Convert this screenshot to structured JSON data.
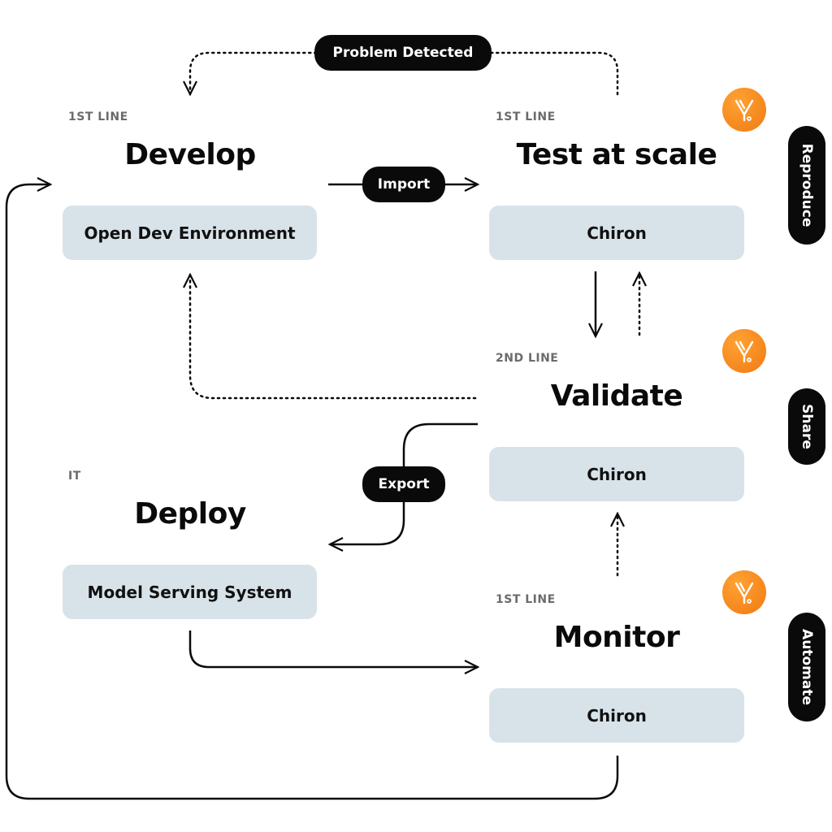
{
  "stages": {
    "develop": {
      "line": "1ST LINE",
      "title": "Develop",
      "box": "Open Dev Environment"
    },
    "test": {
      "line": "1ST LINE",
      "title": "Test at scale",
      "box": "Chiron"
    },
    "validate": {
      "line": "2ND LINE",
      "title": "Validate",
      "box": "Chiron"
    },
    "deploy": {
      "line": "IT",
      "title": "Deploy",
      "box": "Model Serving System"
    },
    "monitor": {
      "line": "1ST LINE",
      "title": "Monitor",
      "box": "Chiron"
    }
  },
  "connectors": {
    "problem_detected": "Problem Detected",
    "import": "Import",
    "export": "Export"
  },
  "side_labels": {
    "reproduce": "Reproduce",
    "share": "Share",
    "automate": "Automate"
  },
  "colors": {
    "box_fill": "#d8e3e9",
    "pill_fill": "#0a0a0a",
    "logo_orange": "#f58a1f",
    "label_gray": "#6b6b6b"
  },
  "icons": {
    "logo": "chiron-logo-icon"
  }
}
